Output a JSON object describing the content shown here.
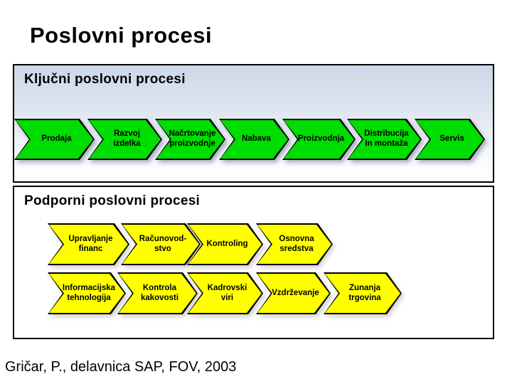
{
  "slide": {
    "title": "Poslovni procesi",
    "footer": "Gričar, P., delavnica SAP, FOV, 2003"
  },
  "colors": {
    "key_arrow_fill": "#00dd00",
    "support_arrow_fill": "#ffff00",
    "panel_border": "#000000",
    "key_panel_gradient_top": "#ccd8e8",
    "key_panel_gradient_bottom": "#ffffff"
  },
  "key_processes": {
    "header": "Ključni poslovni procesi",
    "arrows": [
      {
        "label": "Prodaja"
      },
      {
        "label": "Razvoj\nizdelka"
      },
      {
        "label": "Načrtovanje\nproizvodnje"
      },
      {
        "label": "Nabava"
      },
      {
        "label": "Proizvodnja"
      },
      {
        "label": "Distribucija\nIn montaža"
      },
      {
        "label": "Servis"
      }
    ]
  },
  "support_processes": {
    "header": "Podporni poslovni procesi",
    "row1": [
      {
        "label": "Upravljanje\nfinanc"
      },
      {
        "label": "Računovod-\nstvo"
      },
      {
        "label": "Kontroling"
      },
      {
        "label": "Osnovna\nsredstva"
      }
    ],
    "row2": [
      {
        "label": "Informacijska\ntehnologija"
      },
      {
        "label": "Kontrola\nkakovosti"
      },
      {
        "label": "Kadrovski\nviri"
      },
      {
        "label": "Vzdrževanje"
      },
      {
        "label": "Zunanja\ntrgovina"
      }
    ]
  }
}
